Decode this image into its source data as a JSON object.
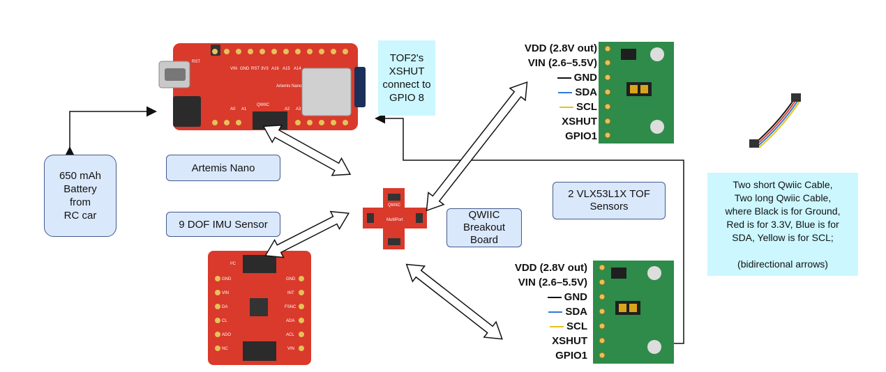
{
  "colors": {
    "box_fill": "#dae8fc",
    "box_border": "#43598a",
    "note_fill": "#ccf7ff",
    "sparkfun_red": "#d93a2b",
    "tof_green": "#2e8b4a",
    "gnd_line": "#111111",
    "sda_line": "#2b7bd6",
    "scl_line": "#e8c21a"
  },
  "labels": {
    "battery": "650 mAh\nBattery\nfrom\nRC car",
    "artemis": "Artemis Nano",
    "imu": "9 DOF IMU Sensor",
    "qwiic_breakout": "QWIIC\nBreakout\nBoard",
    "tof_sensors": "2 VLX53L1X TOF\nSensors",
    "xshut_note": "TOF2's\nXSHUT\nconnect to\nGPIO 8",
    "cable_note": "Two short Qwiic Cable,\nTwo long Qwiic Cable,\nwhere Black is for Ground,\nRed is for 3.3V, Blue is for\nSDA, Yellow is for SCL;\n\n(bidirectional arrows)"
  },
  "tof_pins": [
    "VDD (2.8V out)",
    "VIN (2.6–5.5V)",
    "GND",
    "SDA",
    "SCL",
    "XSHUT",
    "GPIO1"
  ],
  "artemis_board": {
    "rst": "RST",
    "pins_top": [
      "VIN",
      "GND",
      "RST",
      "3V3",
      "A16",
      "A15",
      "A14"
    ],
    "pins_bottom": [
      "A0",
      "A1",
      "A2",
      "A3"
    ],
    "qwiic": "QWIIC",
    "name": "Artemis\nNano"
  },
  "imu_board": {
    "header": "I²C",
    "left_pins": [
      "GND",
      "VIN",
      "DA",
      "CL",
      "ADO",
      "NC"
    ],
    "right_pins": [
      "GND",
      "INT",
      "FSNC",
      "ADA",
      "ACL",
      "VIN"
    ]
  },
  "multiport": {
    "name": "MultiPort",
    "qwiic": "QWIIC"
  }
}
